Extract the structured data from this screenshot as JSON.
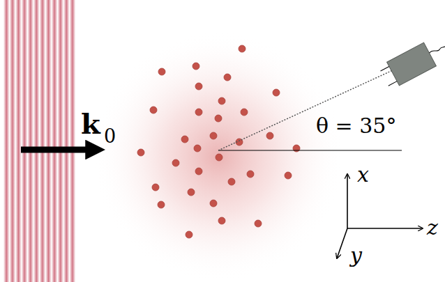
{
  "diagram": {
    "labels": [
      "k",
      "0",
      "θ = 35°",
      "x",
      "y",
      "z"
    ]
  }
}
